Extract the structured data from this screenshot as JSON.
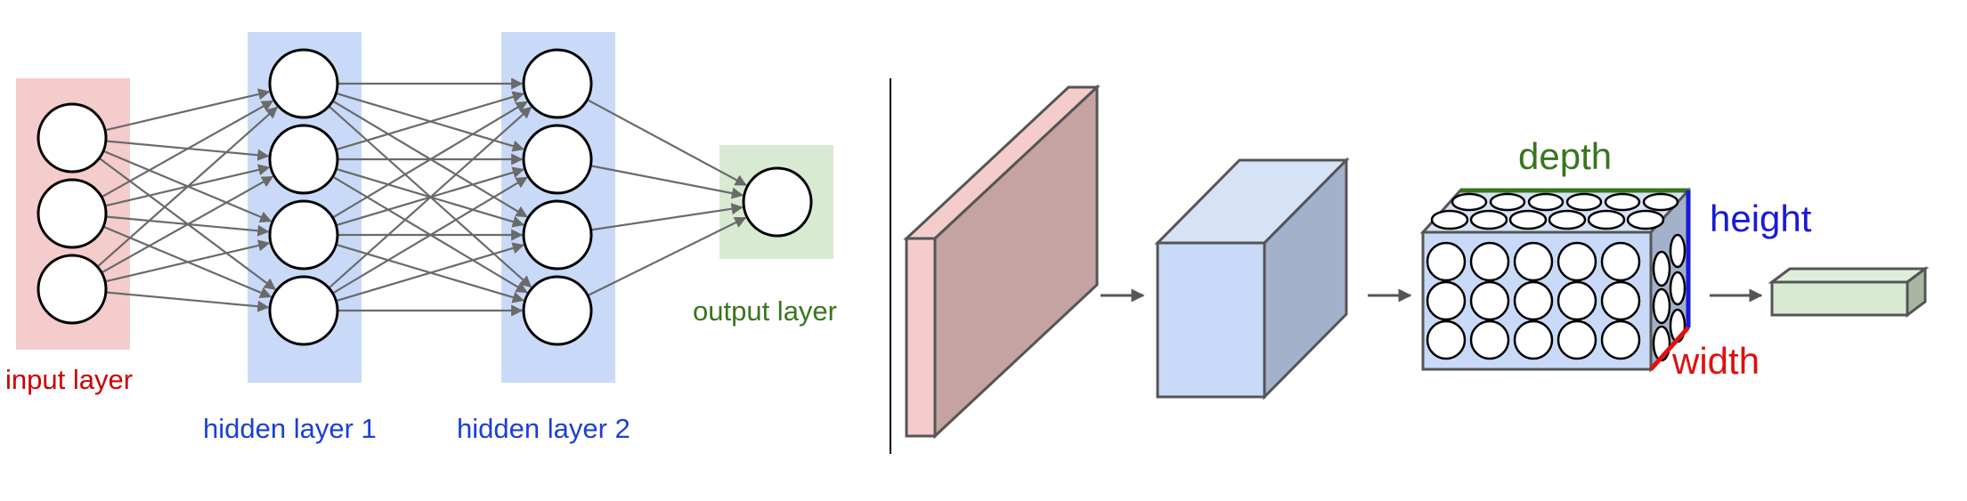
{
  "left_network": {
    "layers": [
      {
        "key": "input",
        "label": "input layer",
        "nodes": 3
      },
      {
        "key": "hidden1",
        "label": "hidden layer 1",
        "nodes": 4
      },
      {
        "key": "hidden2",
        "label": "hidden layer 2",
        "nodes": 4
      },
      {
        "key": "output",
        "label": "output layer",
        "nodes": 1
      }
    ]
  },
  "right_cnn": {
    "dimension_labels": {
      "depth": "depth",
      "height": "height",
      "width": "width"
    }
  },
  "colors": {
    "input_band": "#f4cccc",
    "hidden_band": "#c9daf8",
    "output_band": "#d9ead3",
    "input_text": "#cc0000",
    "hidden_text": "#1c3fd8",
    "output_text": "#38761d",
    "depth_text": "#38761d",
    "height_text": "#1a1ad6",
    "width_text": "#e01010",
    "slab_front": "#f4cccc",
    "slab_side": "#c5a3a3",
    "cube_front": "#c9daf8",
    "cube_side": "#a4b1cb",
    "cube_top": "#d6e2f6",
    "output_box_front": "#d9ead3",
    "output_box_side": "#a9b6a4",
    "arrow": "#555555",
    "divider": "#000000"
  }
}
